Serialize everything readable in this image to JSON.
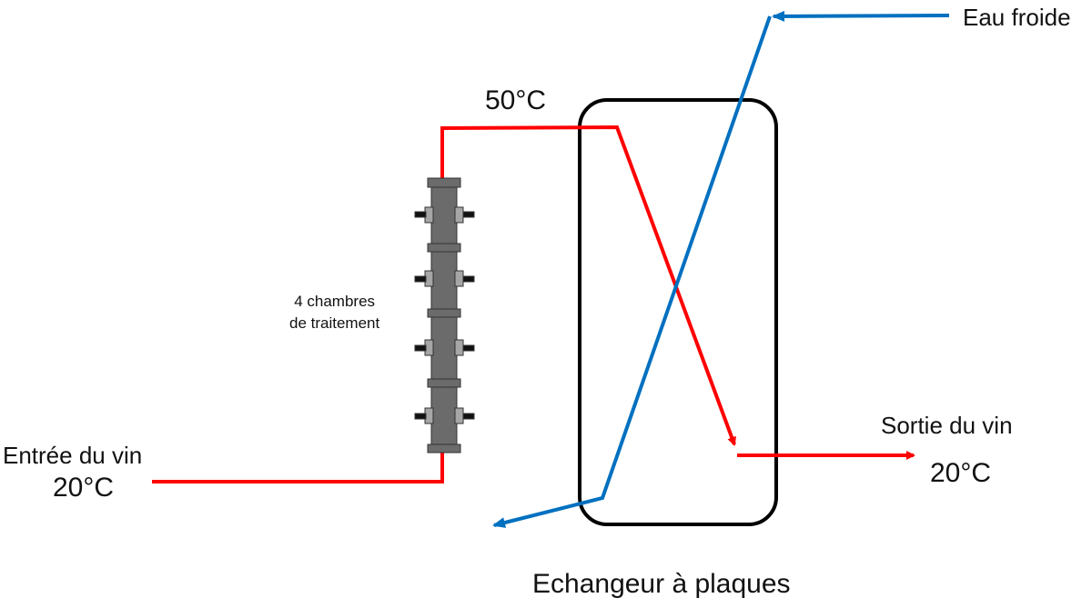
{
  "labels": {
    "inlet_temp_hot": "50°C",
    "cold_water": "Eau froide",
    "treatment_chambers_line1": "4 chambres",
    "treatment_chambers_line2": "de traitement",
    "wine_inlet": "Entrée du vin",
    "wine_inlet_temp": "20°C",
    "wine_outlet": "Sortie du vin",
    "wine_outlet_temp": "20°C",
    "exchanger": "Echangeur à plaques"
  },
  "colors": {
    "wine_line": "#ff0000",
    "water_line": "#0070c0",
    "chamber_body": "#6b6b6b",
    "outline": "#000000"
  }
}
